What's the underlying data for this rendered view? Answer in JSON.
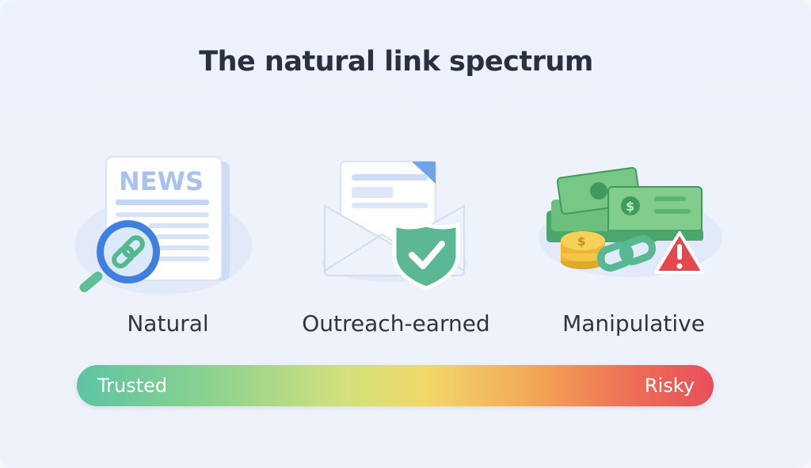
{
  "title": "The natural link spectrum",
  "categories": [
    {
      "label": "Natural",
      "icon": "newspaper-magnifier-icon",
      "icon_text": "NEWS"
    },
    {
      "label": "Outreach-earned",
      "icon": "envelope-shield-check-icon"
    },
    {
      "label": "Manipulative",
      "icon": "money-link-warning-icon"
    }
  ],
  "spectrum": {
    "left_label": "Trusted",
    "right_label": "Risky",
    "colors": [
      "#5cc4a3",
      "#8fd38e",
      "#d2e07c",
      "#f2d76a",
      "#f3a657",
      "#ee6e56",
      "#e6505a"
    ]
  }
}
